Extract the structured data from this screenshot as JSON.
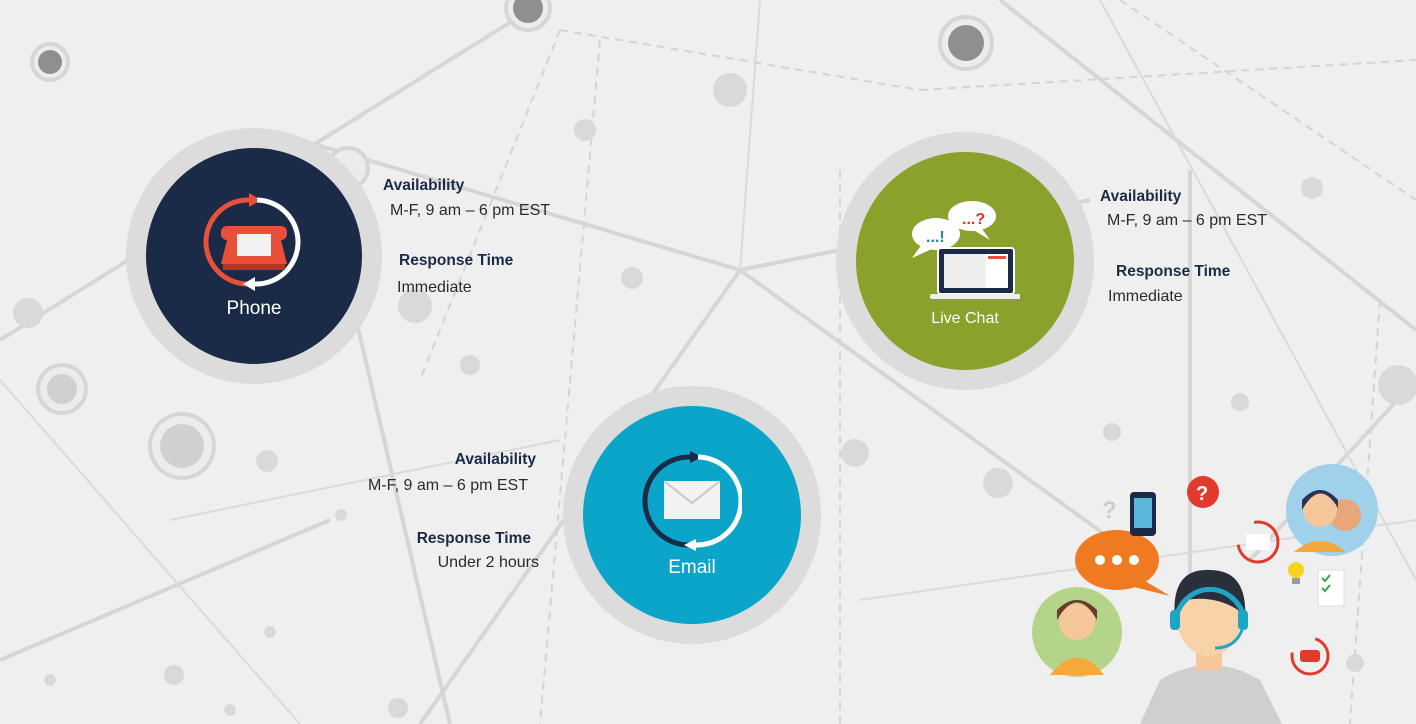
{
  "channels": {
    "phone": {
      "label": "Phone",
      "availability_heading": "Availability",
      "availability": "M-F, 9 am – 6 pm EST",
      "response_heading": "Response Time",
      "response": "Immediate",
      "color": "#1b2b47"
    },
    "live_chat": {
      "label": "Live Chat",
      "availability_heading": "Availability",
      "availability": "M-F, 9 am – 6 pm EST",
      "response_heading": "Response Time",
      "response": "Immediate",
      "color": "#8aa12c"
    },
    "email": {
      "label": "Email",
      "availability_heading": "Availability",
      "availability": "M-F, 9 am – 6 pm EST",
      "response_heading": "Response Time",
      "response": "Under 2 hours",
      "color": "#0aa5c9"
    }
  }
}
